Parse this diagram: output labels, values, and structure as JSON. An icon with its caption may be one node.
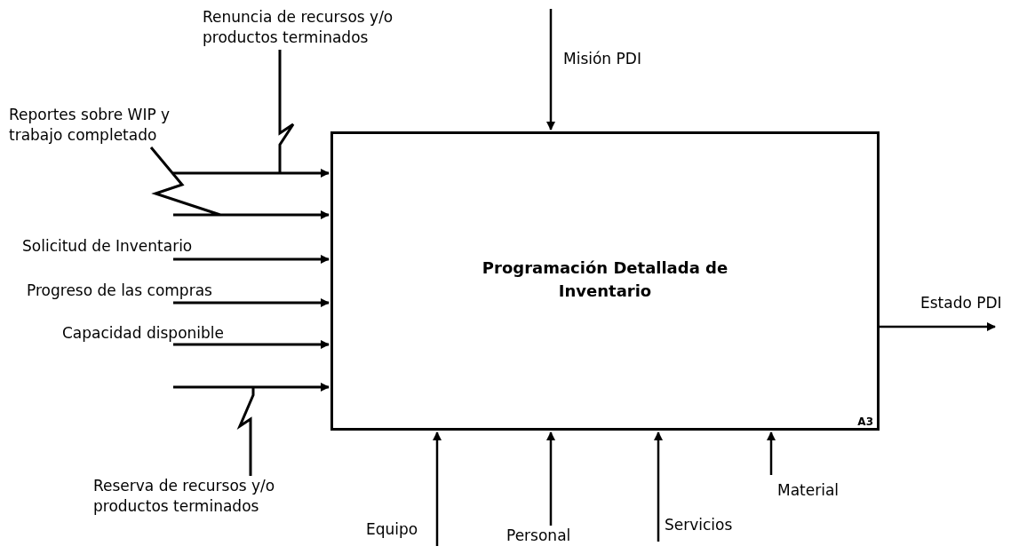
{
  "diagram": {
    "nodes": [
      {
        "text": [
          "Programación Detallada de Inventario",
          "A3"
        ]
      },
      {
        "text": [
          "Renuncia de recursos y/o productos terminados"
        ]
      },
      {
        "text": [
          "Misión PDI"
        ]
      },
      {
        "text": [
          "Reportes sobre WIP y trabajo completado"
        ]
      },
      {
        "text": [
          "Solicitud de Inventario"
        ]
      },
      {
        "text": [
          "Progreso de las compras"
        ]
      },
      {
        "text": [
          "Capacidad disponible"
        ]
      },
      {
        "text": [
          "Estado PDI"
        ]
      },
      {
        "text": [
          "Reserva de recursos y/o productos terminados"
        ]
      },
      {
        "text": [
          "Equipo"
        ]
      },
      {
        "text": [
          "Personal"
        ]
      },
      {
        "text": [
          "Servicios"
        ]
      },
      {
        "text": [
          "Material"
        ]
      }
    ],
    "edges": [
      {
        "from": 1,
        "to": 0,
        "arrow": "to"
      },
      {
        "from": 3,
        "to": 0,
        "arrow": "to"
      },
      {
        "from": 4,
        "to": 0,
        "arrow": "to"
      },
      {
        "from": 5,
        "to": 0,
        "arrow": "to"
      },
      {
        "from": 6,
        "to": 0,
        "arrow": "to"
      },
      {
        "from": 8,
        "to": 0,
        "arrow": "to"
      },
      {
        "from": 2,
        "to": 0,
        "arrow": "to"
      },
      {
        "from": 0,
        "to": 7,
        "arrow": "to"
      },
      {
        "from": 9,
        "to": 0,
        "arrow": "to"
      },
      {
        "from": 10,
        "to": 0,
        "arrow": "to"
      },
      {
        "from": 11,
        "to": 0,
        "arrow": "to"
      },
      {
        "from": 12,
        "to": 0,
        "arrow": "to"
      }
    ]
  }
}
